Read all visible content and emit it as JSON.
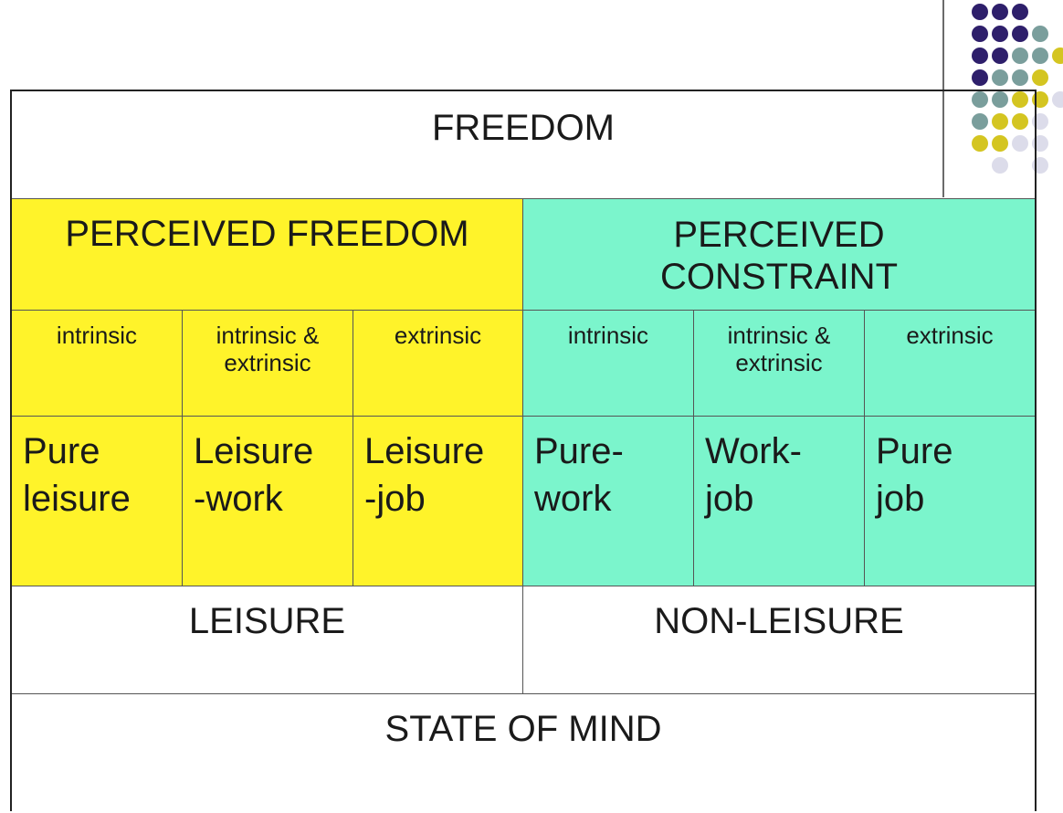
{
  "freedom_label": "FREEDOM",
  "perceived_freedom": "PERCEIVED FREEDOM",
  "perceived_constraint": [
    "PERCEIVED",
    "CONSTRAINT"
  ],
  "motivation": {
    "intrinsic": "intrinsic",
    "both": [
      "intrinsic &",
      "extrinsic"
    ],
    "extrinsic": "extrinsic"
  },
  "activities": {
    "pure_leisure": [
      "Pure",
      "leisure"
    ],
    "leisure_work": [
      "Leisure",
      "-work"
    ],
    "leisure_job": [
      "Leisure",
      "-job"
    ],
    "pure_work": [
      "Pure-",
      "work"
    ],
    "work_job": [
      "Work-",
      "job"
    ],
    "pure_job": [
      "Pure",
      "job"
    ]
  },
  "leisure_label": "LEISURE",
  "non_leisure_label": "NON-LEISURE",
  "state_of_mind_label": "STATE OF MIND",
  "colors": {
    "freedom_fill": "#fff32a",
    "constraint_fill": "#7bf5cc",
    "dot_purple": "#2e1f6b",
    "dot_teal": "#7a9e9c",
    "dot_yellow": "#d4c521",
    "dot_lavender": "#dcdcea"
  }
}
